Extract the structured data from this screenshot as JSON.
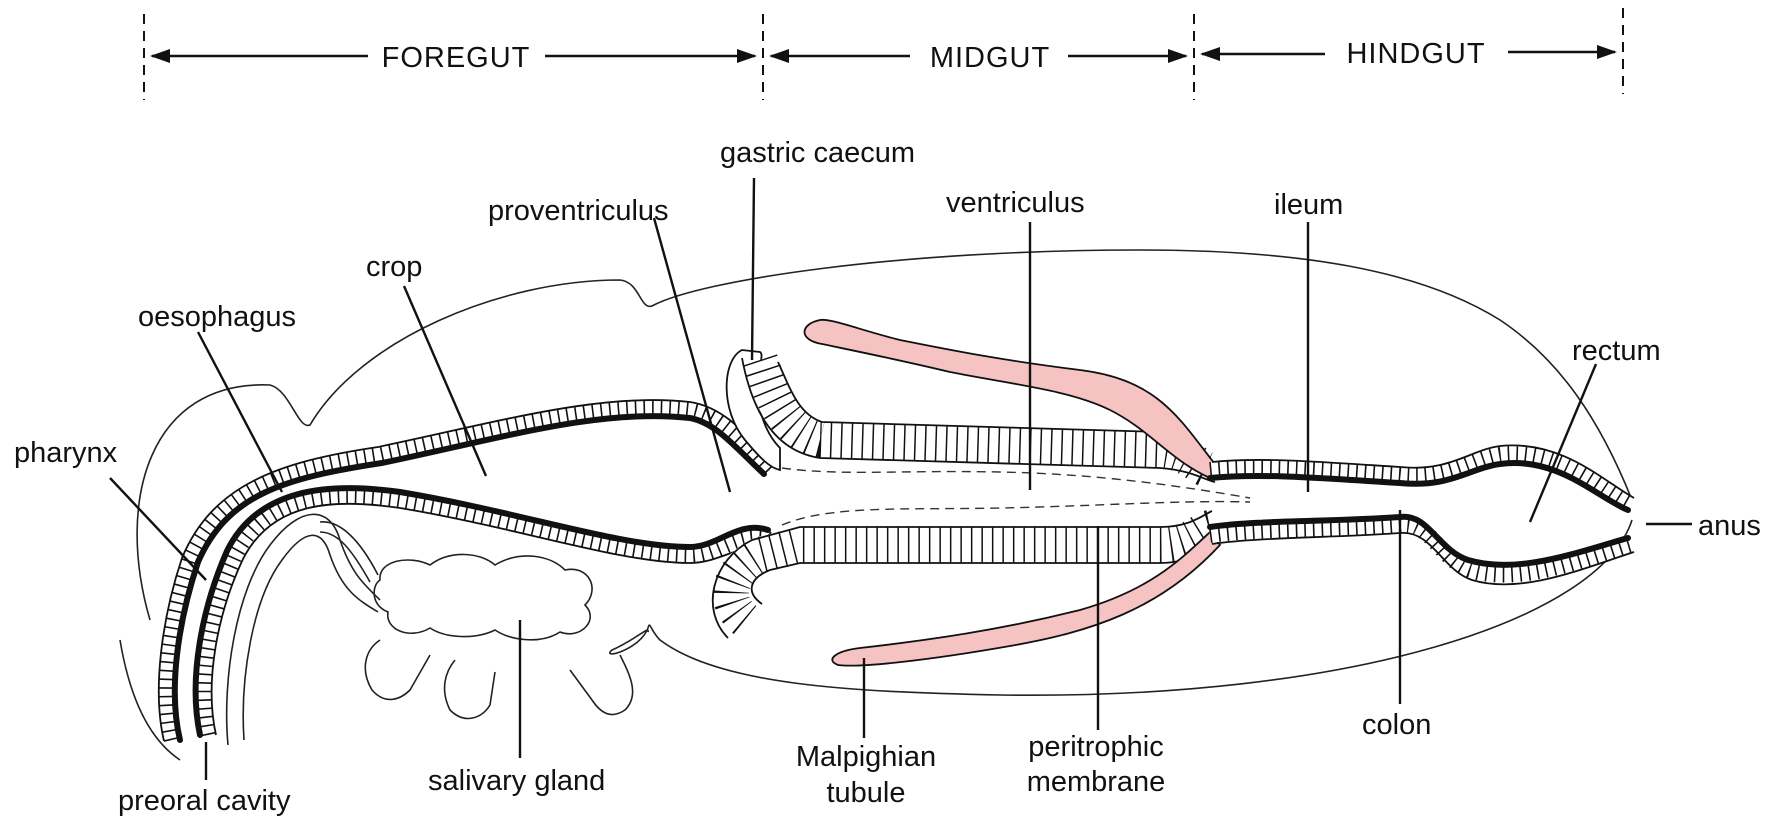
{
  "regions": {
    "foregut": "FOREGUT",
    "midgut": "MIDGUT",
    "hindgut": "HINDGUT"
  },
  "labels": {
    "gastric_caecum": "gastric caecum",
    "proventriculus": "proventriculus",
    "ventriculus": "ventriculus",
    "ileum": "ileum",
    "crop": "crop",
    "oesophagus": "oesophagus",
    "rectum": "rectum",
    "pharynx": "pharynx",
    "anus": "anus",
    "preoral_cavity": "preoral cavity",
    "salivary_gland": "salivary gland",
    "malpighian_line1": "Malpighian",
    "malpighian_line2": "tubule",
    "peritrophic_line1": "peritrophic",
    "peritrophic_line2": "membrane",
    "colon": "colon"
  },
  "colors": {
    "malpighian_fill": "#f6c3c3",
    "ink": "#111111"
  }
}
